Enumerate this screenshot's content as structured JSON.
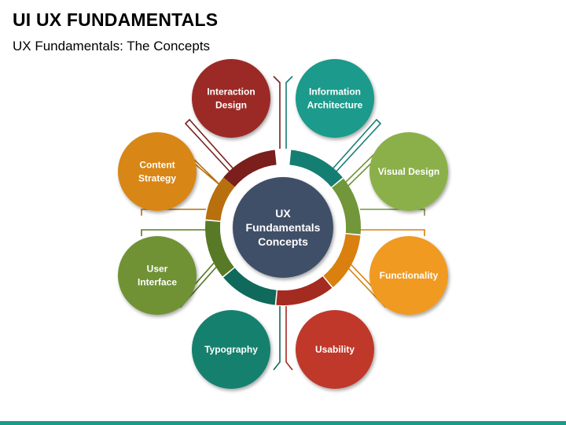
{
  "header": {
    "title": "UI UX FUNDAMENTALS",
    "subtitle": "UX Fundamentals: The Concepts"
  },
  "center": {
    "lines": [
      "UX",
      "Fundamentals",
      "Concepts"
    ],
    "color": "#3f5068"
  },
  "nodes": [
    {
      "lines": [
        "Interaction",
        "Design"
      ],
      "color": "#9b2a26",
      "accent": "#7a1f1c"
    },
    {
      "lines": [
        "Information",
        "Architecture"
      ],
      "color": "#1a9a8b",
      "accent": "#157e72"
    },
    {
      "lines": [
        "Visual Design"
      ],
      "color": "#8cb04a",
      "accent": "#72963a"
    },
    {
      "lines": [
        "Functionality"
      ],
      "color": "#f09a22",
      "accent": "#d9800f"
    },
    {
      "lines": [
        "Usability"
      ],
      "color": "#c0392b",
      "accent": "#a32b20"
    },
    {
      "lines": [
        "Typography"
      ],
      "color": "#13806e",
      "accent": "#0f6a5b"
    },
    {
      "lines": [
        "User",
        "Interface"
      ],
      "color": "#6f9234",
      "accent": "#587a26"
    },
    {
      "lines": [
        "Content",
        "Strategy"
      ],
      "color": "#d88614",
      "accent": "#b86f0e"
    }
  ]
}
